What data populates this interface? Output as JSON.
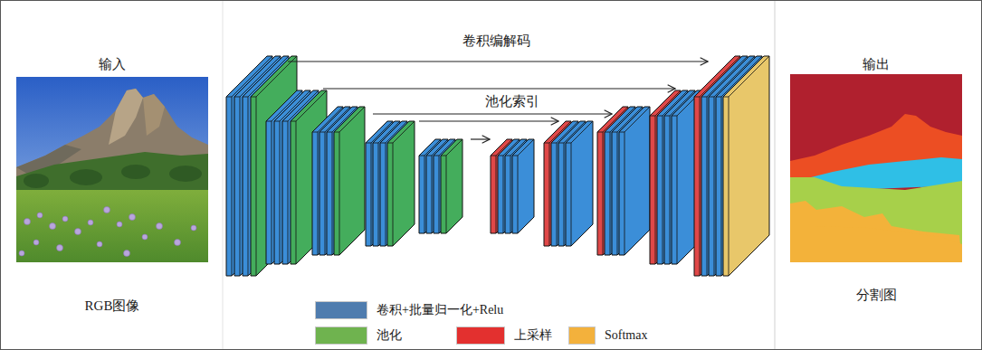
{
  "diagram": {
    "nodes": [
      {
        "text": [
          "输入",
          "RGB图像"
        ]
      },
      {
        "text": [
          "输出",
          "分割图"
        ]
      }
    ],
    "labels": [
      "卷积编解码",
      "池化索引"
    ],
    "legend": [
      {
        "text": "卷积+批量归一化+Relu",
        "color": "#4f7cae"
      },
      {
        "text": "池化",
        "color": "#6fb34f"
      },
      {
        "text": "上采样",
        "color": "#e3302f"
      },
      {
        "text": "Softmax",
        "color": "#f3b13c"
      }
    ]
  }
}
